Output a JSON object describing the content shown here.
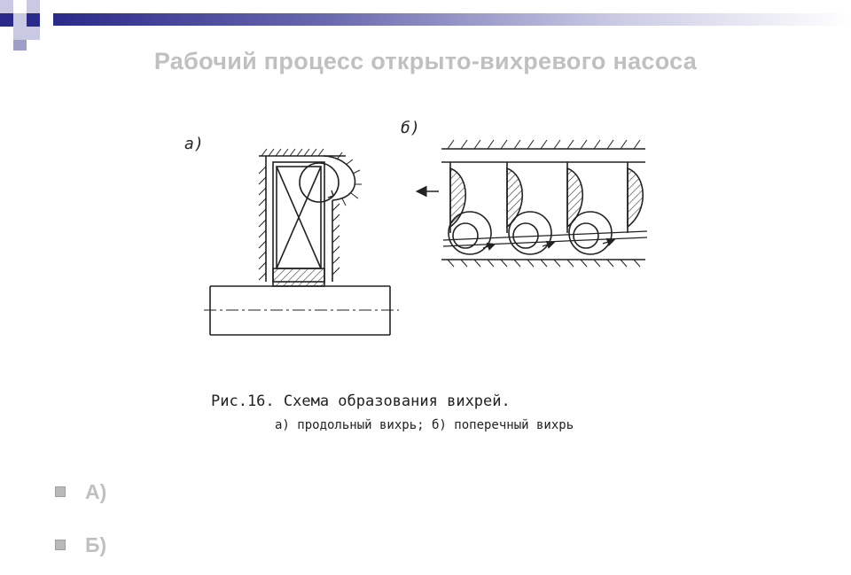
{
  "slide": {
    "title": "Рабочий процесс открыто-вихревого насоса",
    "accent_color": "#2a2a8a",
    "text_color": "#c0c0c0"
  },
  "figure": {
    "label_a": "а)",
    "label_b": "б)",
    "caption_line1": "Рис.16. Схема образования вихрей.",
    "caption_line2": "а) продольный вихрь;  б) поперечный вихрь"
  },
  "bullets": [
    {
      "label": "А)"
    },
    {
      "label": "Б)"
    }
  ]
}
